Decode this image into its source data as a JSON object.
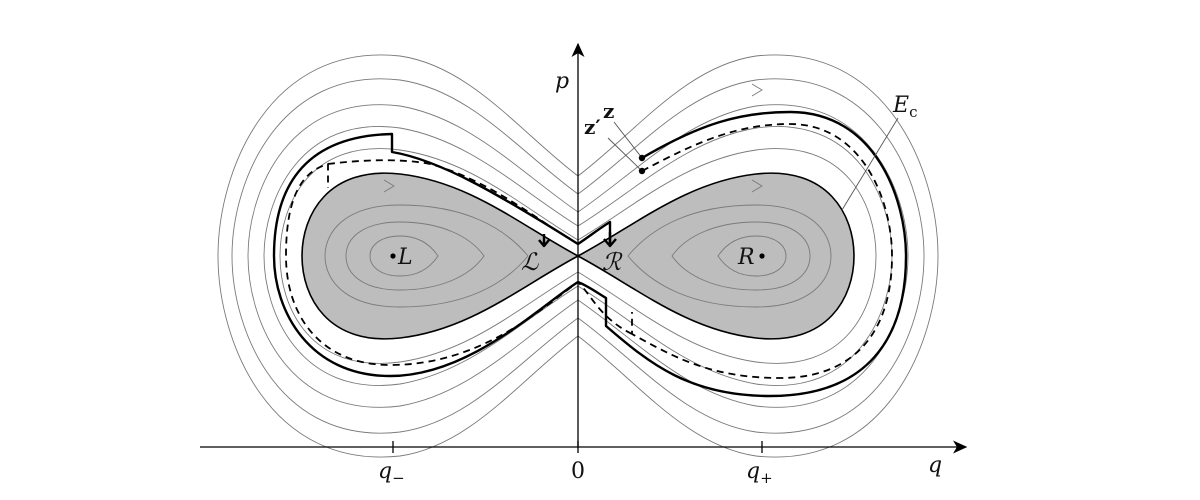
{
  "axes": {
    "x_label": "q",
    "y_label": "p",
    "ticks": [
      {
        "main": "q",
        "sub": "−"
      },
      {
        "main": "0",
        "sub": ""
      },
      {
        "main": "q",
        "sub": "+"
      }
    ]
  },
  "points": {
    "left": "L",
    "right": "R"
  },
  "regions": {
    "left": "ℒ",
    "right": "ℛ"
  },
  "annotations": {
    "separatrix": "E",
    "separatrix_sub": "c",
    "z": "z",
    "z_prime": "z′"
  }
}
